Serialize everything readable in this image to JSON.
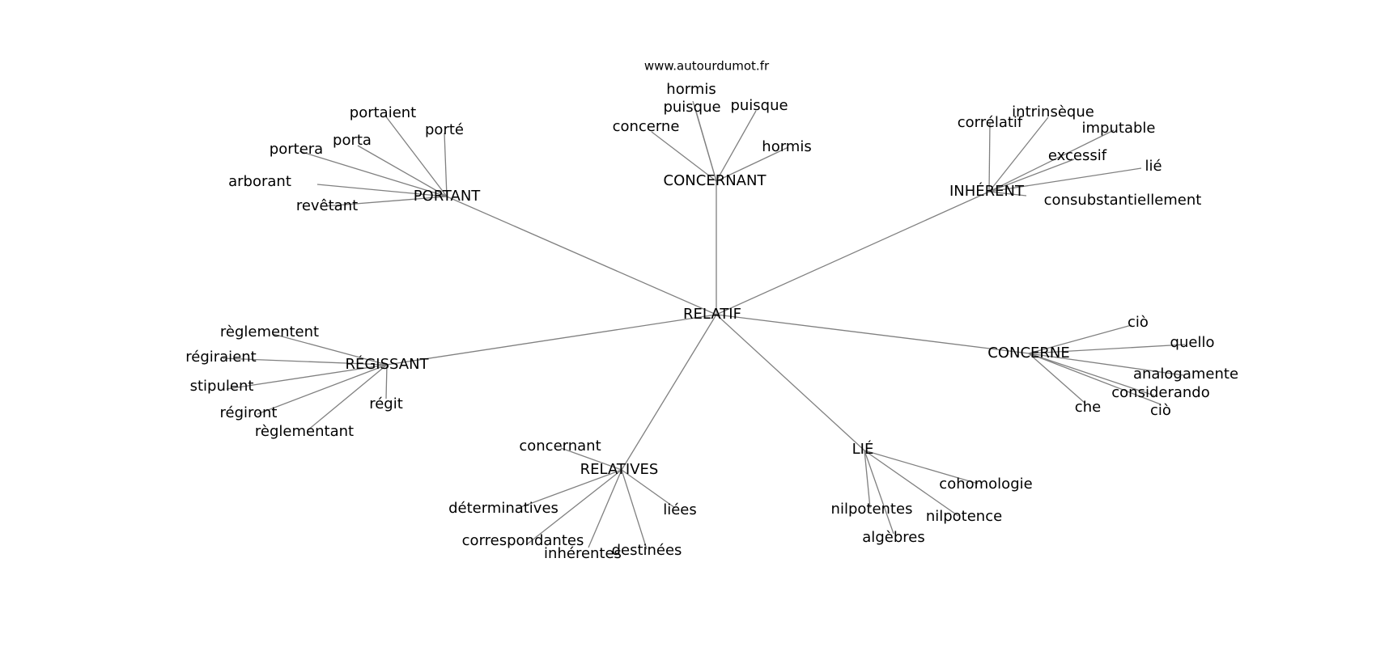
{
  "source": "www.autourdumot.fr",
  "center": "RELATIF",
  "groups": [
    {
      "hub": "PORTANT",
      "words": [
        "portaient",
        "porté",
        "porta",
        "portera",
        "arborant",
        "revêtant"
      ]
    },
    {
      "hub": "CONCERNANT",
      "words": [
        "hormis",
        "puisque",
        "puisque",
        "concerne",
        "hormis"
      ]
    },
    {
      "hub": "INHÉRENT",
      "words": [
        "corrélatif",
        "intrinsèque",
        "imputable",
        "excessif",
        "lié",
        "consubstantiellement"
      ]
    },
    {
      "hub": "RÉGISSANT",
      "words": [
        "règlementent",
        "régiraient",
        "stipulent",
        "régiront",
        "règlementant",
        "régit"
      ]
    },
    {
      "hub": "CONCERNE",
      "words": [
        "ciò",
        "quello",
        "analogamente",
        "considerando",
        "ciò",
        "che"
      ]
    },
    {
      "hub": "RELATIVES",
      "words": [
        "concernant",
        "déterminatives",
        "correspondantes",
        "inhérentes",
        "destinées",
        "liées"
      ]
    },
    {
      "hub": "LIÉ",
      "words": [
        "cohomologie",
        "nilpotentes",
        "nilpotence",
        "algèbres"
      ]
    }
  ]
}
